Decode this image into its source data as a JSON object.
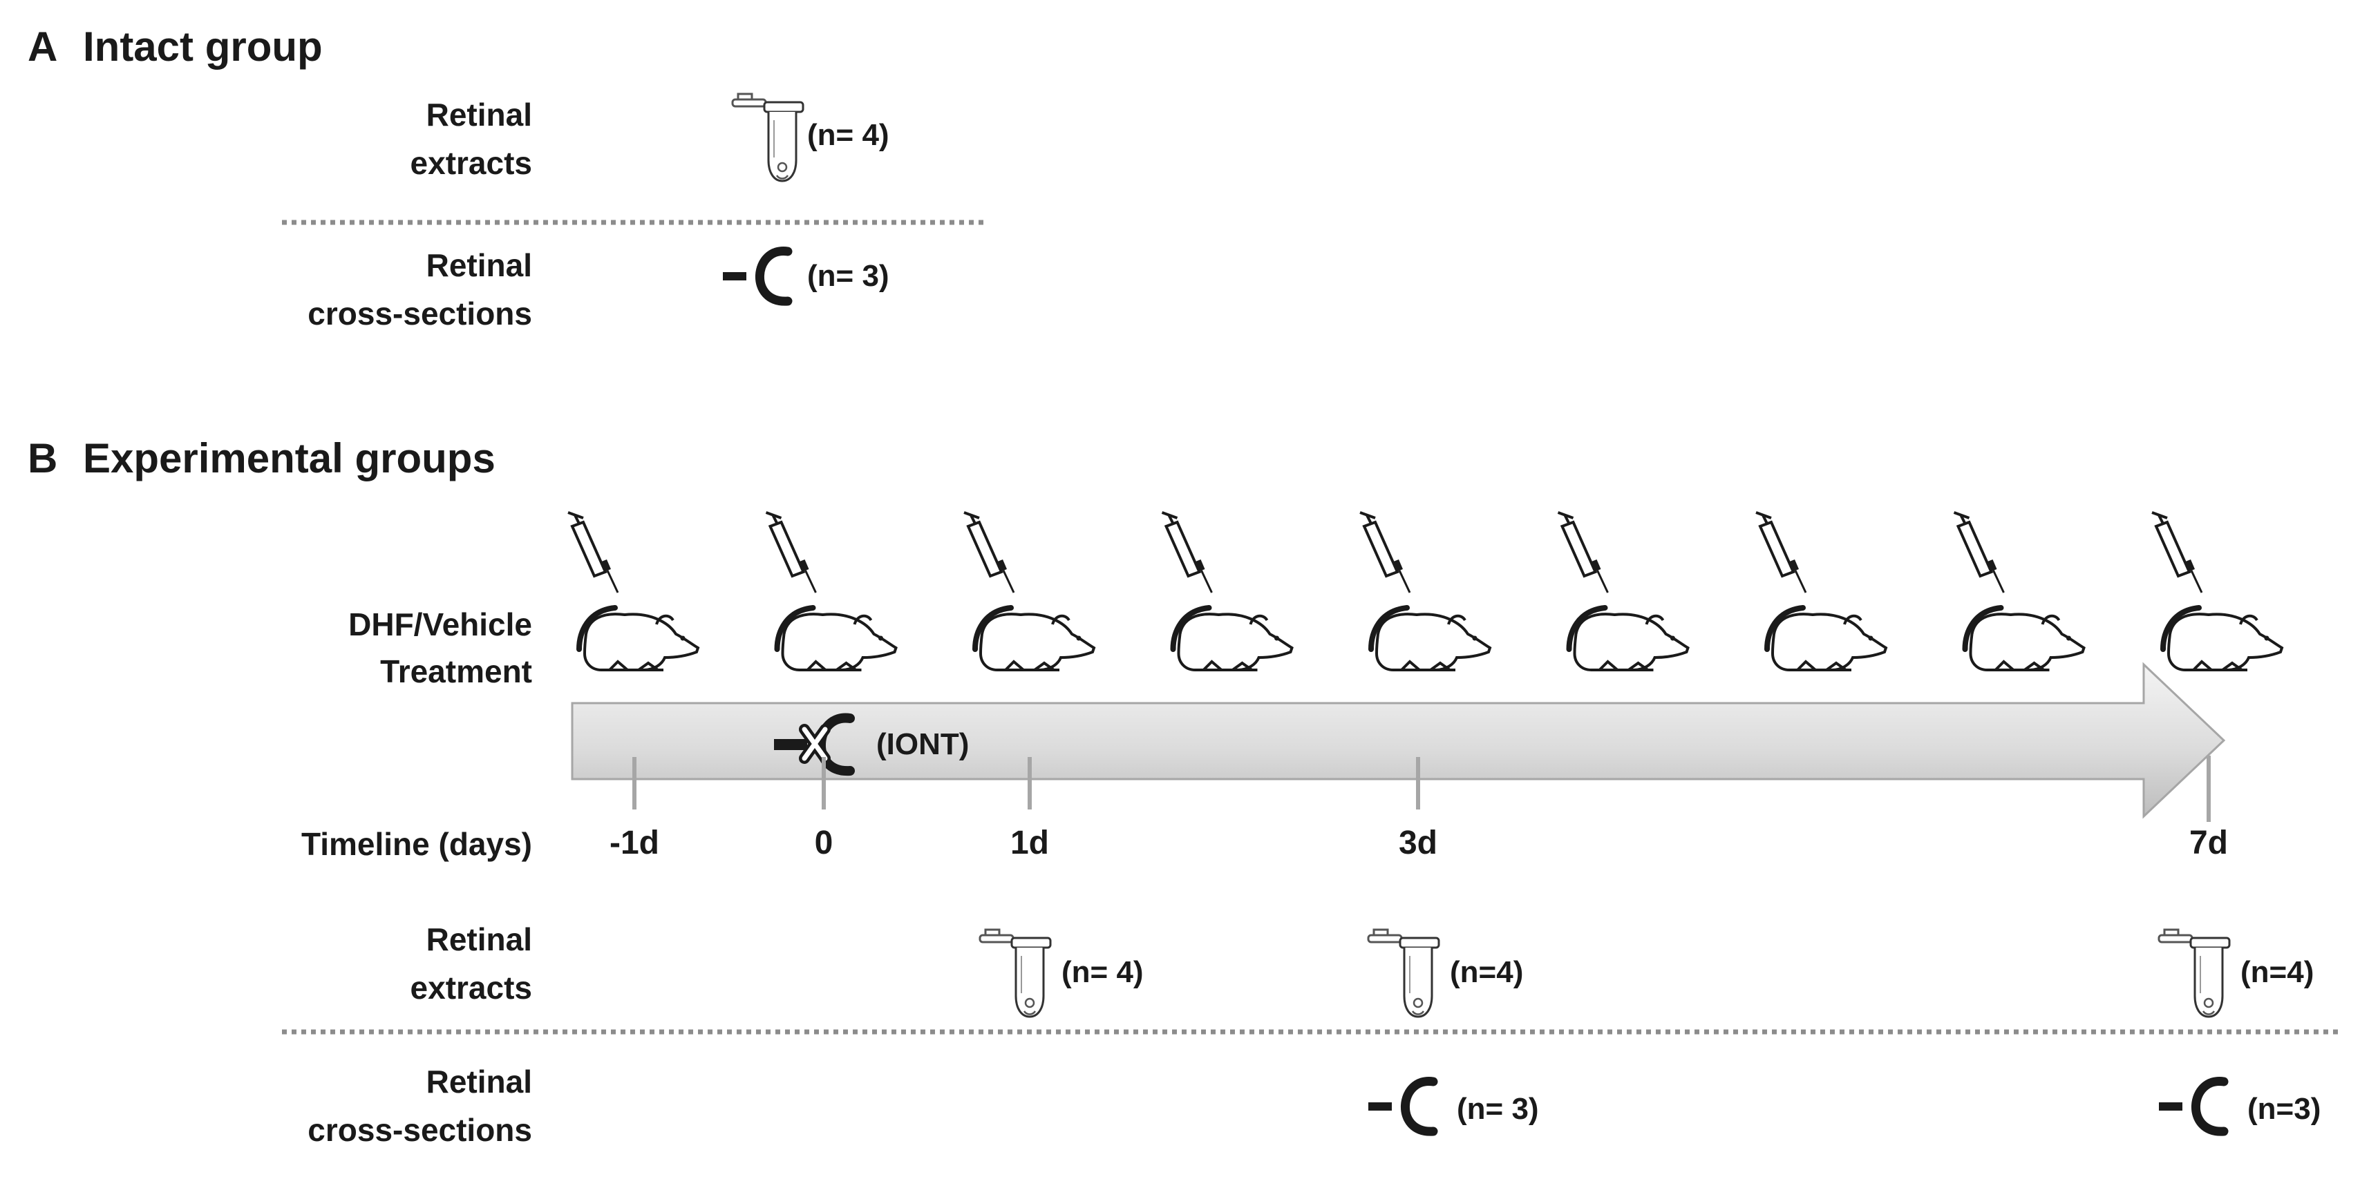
{
  "sectionA": {
    "letter": "A",
    "title": "Intact group",
    "rows": [
      {
        "label_lines": [
          "Retinal",
          "extracts"
        ],
        "icon": "tube-icon",
        "n_text": "(n= 4)"
      },
      {
        "label_lines": [
          "Retinal",
          "cross-sections"
        ],
        "icon": "eye-section-icon",
        "n_text": "(n= 3)"
      }
    ]
  },
  "sectionB": {
    "letter": "B",
    "title": "Experimental groups",
    "treatment_label_lines": [
      "DHF/Vehicle",
      "Treatment"
    ],
    "treatment_icon_count": 9,
    "injury_label": "(IONT)",
    "timeline_label": "Timeline (days)",
    "ticks": [
      "-1d",
      "0",
      "1d",
      "3d",
      "7d"
    ],
    "extracts_label_lines": [
      "Retinal",
      "extracts"
    ],
    "extracts_samples": [
      {
        "tick": "1d",
        "n_text": "(n= 4)"
      },
      {
        "tick": "3d",
        "n_text": "(n=4)"
      },
      {
        "tick": "7d",
        "n_text": "(n=4)"
      }
    ],
    "cross_label_lines": [
      "Retinal",
      "cross-sections"
    ],
    "cross_samples": [
      {
        "tick": "3d",
        "n_text": "(n= 3)"
      },
      {
        "tick": "7d",
        "n_text": "(n=3)"
      }
    ]
  },
  "colors": {
    "arrow_light": "#f2f2f2",
    "arrow_dark": "#bfbfbf",
    "dotted_line": "#8c8c8c",
    "ink": "#1a1a1a"
  }
}
